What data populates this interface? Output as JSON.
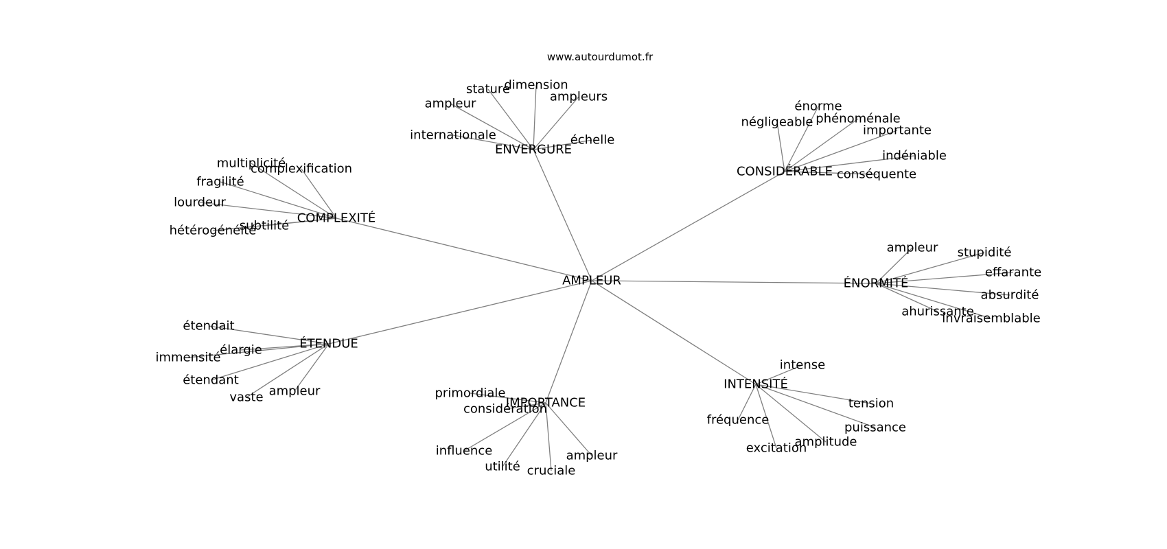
{
  "site": "www.autourdumot.fr",
  "colors": {
    "edge": "#808080",
    "text": "#000000",
    "background": "#ffffff"
  },
  "center": {
    "id": "center",
    "label": "AMPLEUR"
  },
  "hubs": [
    {
      "id": "envergure",
      "label": "ENVERGURE",
      "leaves": [
        "stature",
        "dimension",
        "ampleur",
        "ampleurs",
        "internationale",
        "échelle"
      ]
    },
    {
      "id": "considerable",
      "label": "CONSIDÉRABLE",
      "leaves": [
        "énorme",
        "négligeable",
        "phénoménale",
        "importante",
        "indéniable",
        "conséquente"
      ]
    },
    {
      "id": "complexite",
      "label": "COMPLEXITÉ",
      "leaves": [
        "multiplicité",
        "complexification",
        "fragilité",
        "lourdeur",
        "subtilité",
        "hétérogénéité"
      ]
    },
    {
      "id": "enormite",
      "label": "ÉNORMITÉ",
      "leaves": [
        "ampleur",
        "stupidité",
        "effarante",
        "absurdité",
        "ahurissante",
        "invraisemblable"
      ]
    },
    {
      "id": "etendue",
      "label": "ÉTENDUE",
      "leaves": [
        "étendait",
        "élargie",
        "immensité",
        "étendant",
        "vaste",
        "ampleur"
      ]
    },
    {
      "id": "importance",
      "label": "IMPORTANCE",
      "leaves": [
        "primordiale",
        "considération",
        "influence",
        "utilité",
        "cruciale",
        "ampleur"
      ]
    },
    {
      "id": "intensite",
      "label": "INTENSITÉ",
      "leaves": [
        "intense",
        "tension",
        "fréquence",
        "puissance",
        "amplitude",
        "excitation"
      ]
    }
  ]
}
